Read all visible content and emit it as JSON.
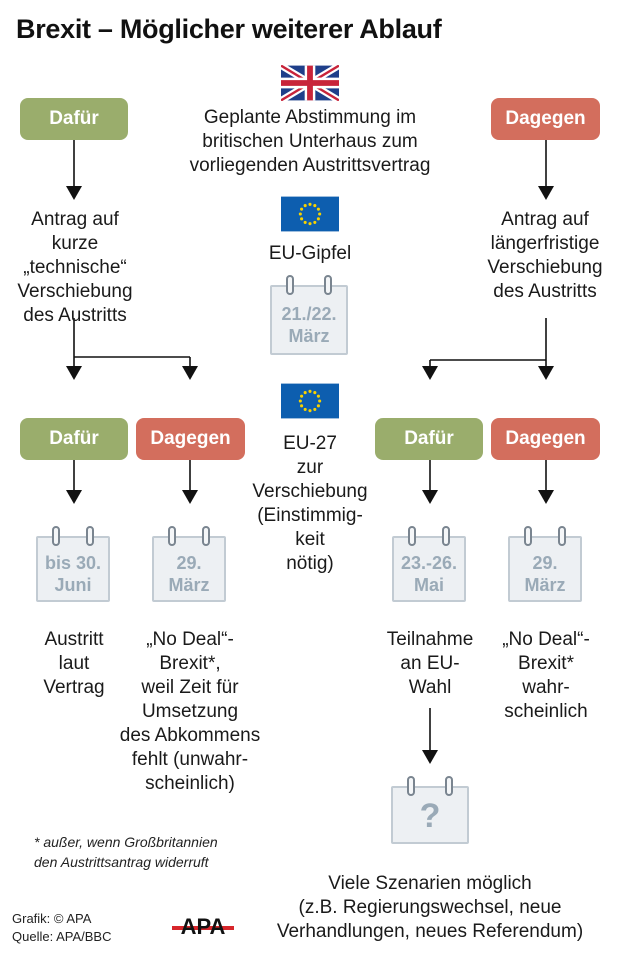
{
  "title": "Brexit – Möglicher weiterer Ablauf",
  "top": {
    "left_badge": "Dafür",
    "right_badge": "Dagegen",
    "vote_text": "Geplante Abstimmung im\nbritischen Unterhaus zum\nvorliegenden Austrittsvertrag",
    "left_request": "Antrag auf\nkurze „technische“\nVerschiebung\ndes Austritts",
    "right_request": "Antrag auf\nlängerfristige\nVerschiebung\ndes Austritts"
  },
  "center": {
    "summit_label": "EU-Gipfel",
    "summit_date": "21./22.\nMärz",
    "eu27_text": "EU-27\nzur\nVerschiebung\n(Einstimmig-\nkeit\nnötig)"
  },
  "left_branch": {
    "yes_badge": "Dafür",
    "no_badge": "Dagegen",
    "yes_date": "bis 30.\nJuni",
    "no_date": "29.\nMärz",
    "yes_text": "Austritt\nlaut\nVertrag",
    "no_text": "„No Deal“-\nBrexit*,\nweil Zeit für\nUmsetzung\ndes Abkommens\nfehlt (unwahr-\nscheinlich)"
  },
  "right_branch": {
    "yes_badge": "Dafür",
    "no_badge": "Dagegen",
    "yes_date": "23.-26.\nMai",
    "no_date": "29.\nMärz",
    "yes_text": "Teilnahme\nan EU-\nWahl",
    "no_text": "„No Deal“-\nBrexit*\nwahr-\nscheinlich",
    "final_date": "?",
    "final_text": "Viele Szenarien möglich\n(z.B. Regierungswechsel, neue\nVerhandlungen, neues Referendum)"
  },
  "footnote": "* außer, wenn Großbritannien\nden Austrittsantrag widerruft",
  "credits": {
    "graphic": "Grafik: © APA",
    "source": "Quelle: APA/BBC",
    "logo": "APA"
  },
  "colors": {
    "green": "#9aad6c",
    "red": "#d36e5d",
    "calendar_text": "#9aaab7",
    "eu_blue": "#0d5eaf",
    "eu_star": "#f7d200"
  },
  "icons": [
    "uk-flag-icon",
    "eu-flag-icon",
    "calendar-icon",
    "arrow-down-icon",
    "apa-logo-icon"
  ]
}
